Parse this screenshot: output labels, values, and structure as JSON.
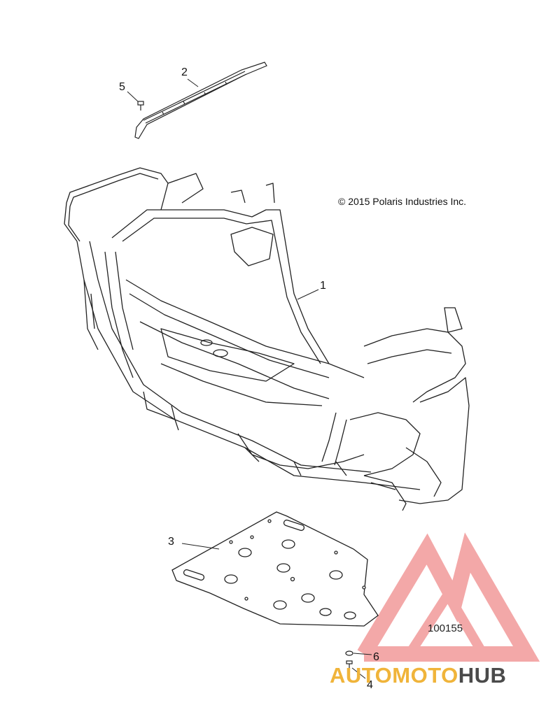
{
  "copyright": "© 2015 Polaris Industries Inc.",
  "reference_number": "100155",
  "callouts": [
    {
      "id": "1",
      "label": "1"
    },
    {
      "id": "2",
      "label": "2"
    },
    {
      "id": "3",
      "label": "3"
    },
    {
      "id": "4",
      "label": "4"
    },
    {
      "id": "5",
      "label": "5"
    },
    {
      "id": "6",
      "label": "6"
    }
  ],
  "watermark": {
    "part1": "AUTO",
    "part2": "MOTO",
    "part3": "HUB",
    "colors": {
      "triangle": "#f08080",
      "auto": "#f0b43a",
      "hub": "#4a4a4a"
    }
  }
}
